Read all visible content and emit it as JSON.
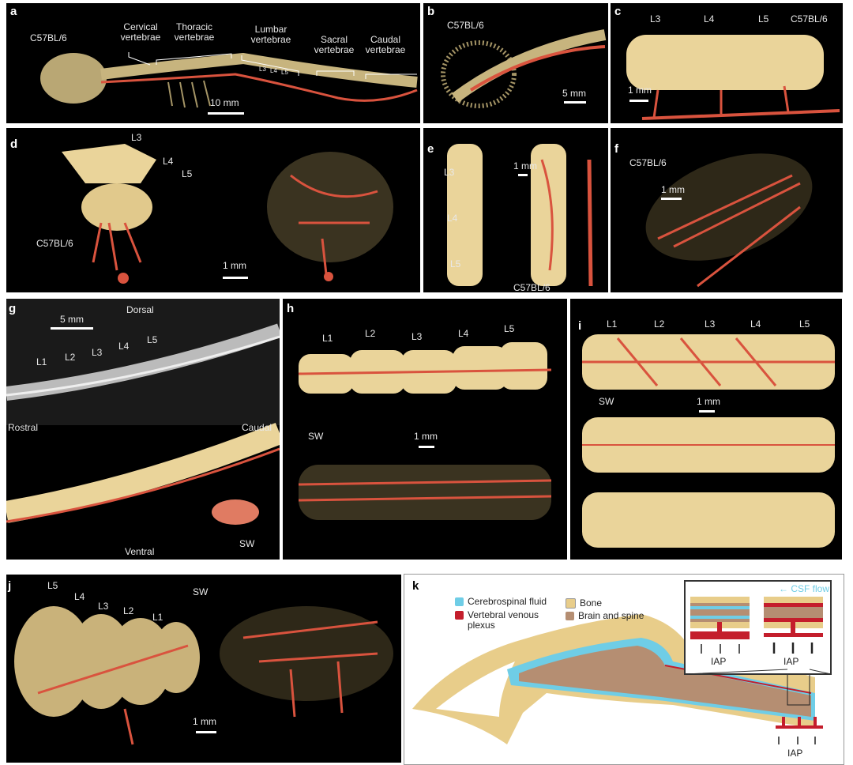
{
  "panels": {
    "a": {
      "letter": "a",
      "strain": "C57BL/6",
      "cervical": "Cervical vertebrae",
      "thoracic": "Thoracic vertebrae",
      "lumbar": "Lumbar vertebrae",
      "sacral": "Sacral vertebrae",
      "caudal": "Caudal vertebrae",
      "l3": "L3",
      "l4": "L4",
      "l5": "L5",
      "scale": "10 mm"
    },
    "b": {
      "letter": "b",
      "strain": "C57BL/6",
      "scale": "5 mm"
    },
    "c": {
      "letter": "c",
      "strain": "C57BL/6",
      "l3": "L3",
      "l4": "L4",
      "l5": "L5",
      "scale": "1 mm"
    },
    "d": {
      "letter": "d",
      "strain": "C57BL/6",
      "l3": "L3",
      "l4": "L4",
      "l5": "L5",
      "scale": "1 mm"
    },
    "e": {
      "letter": "e",
      "strain": "C57BL/6",
      "l3": "L3",
      "l4": "L4",
      "l5": "L5",
      "scale": "1 mm"
    },
    "f": {
      "letter": "f",
      "strain": "C57BL/6",
      "scale": "1 mm"
    },
    "g": {
      "letter": "g",
      "scale": "5 mm",
      "dorsal": "Dorsal",
      "ventral": "Ventral",
      "rostral": "Rostral",
      "caudal": "Caudal",
      "sw": "SW",
      "l1": "L1",
      "l2": "L2",
      "l3": "L3",
      "l4": "L4",
      "l5": "L5"
    },
    "h": {
      "letter": "h",
      "sw": "SW",
      "scale": "1 mm",
      "l1": "L1",
      "l2": "L2",
      "l3": "L3",
      "l4": "L4",
      "l5": "L5"
    },
    "i": {
      "letter": "i",
      "sw": "SW",
      "scale": "1 mm",
      "l1": "L1",
      "l2": "L2",
      "l3": "L3",
      "l4": "L4",
      "l5": "L5"
    },
    "j": {
      "letter": "j",
      "sw": "SW",
      "scale": "1 mm",
      "l1": "L1",
      "l2": "L2",
      "l3": "L3",
      "l4": "L4",
      "l5": "L5"
    },
    "k": {
      "letter": "k",
      "legend": {
        "csf": "Cerebrospinal fluid",
        "vvp": "Vertebral venous plexus",
        "bone": "Bone",
        "brain": "Brain and spine"
      },
      "csf_flow": "← CSF flow",
      "iap": "IAP"
    }
  },
  "colors": {
    "bone": "#e8d08e",
    "vessel": "#e0523f",
    "csf": "#6fcde6",
    "vvp": "#c41e2c",
    "brain": "#b58e72"
  }
}
